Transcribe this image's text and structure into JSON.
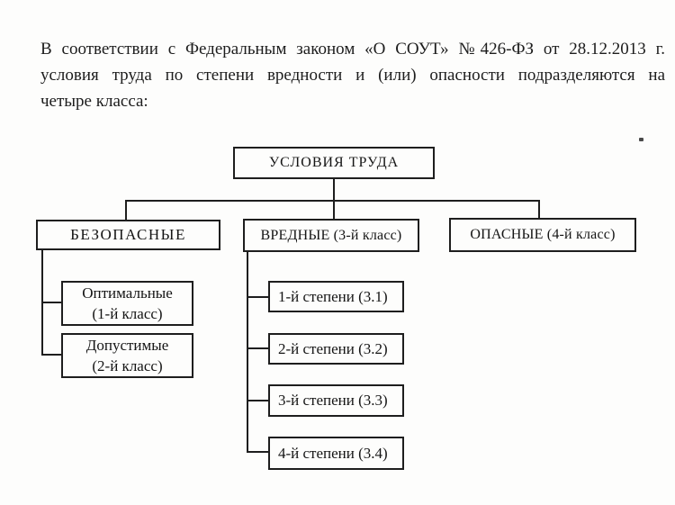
{
  "page": {
    "background": "#fdfdfc",
    "ink": "#1e1e1e"
  },
  "intro": {
    "line1": "В соответствии с Федеральным законом «О СОУТ» №426-ФЗ от 28.12.2013 г.",
    "line2": "условия труда по степени вредности и (или) опасности подразделяются на",
    "line3": "четыре класса:"
  },
  "diagram": {
    "root": "УСЛОВИЯ ТРУДА",
    "safe": {
      "label": "БЕЗОПАСНЫЕ",
      "children": [
        "Оптимальные\n(1-й класс)",
        "Допустимые\n(2-й класс)"
      ]
    },
    "harmful": {
      "label": "ВРЕДНЫЕ (3-й класс)",
      "children": [
        "1-й степени (3.1)",
        "2-й степени (3.2)",
        "3-й степени (3.3)",
        "4-й степени (3.4)"
      ]
    },
    "dangerous": {
      "label": "ОПАСНЫЕ (4-й класс)"
    }
  }
}
